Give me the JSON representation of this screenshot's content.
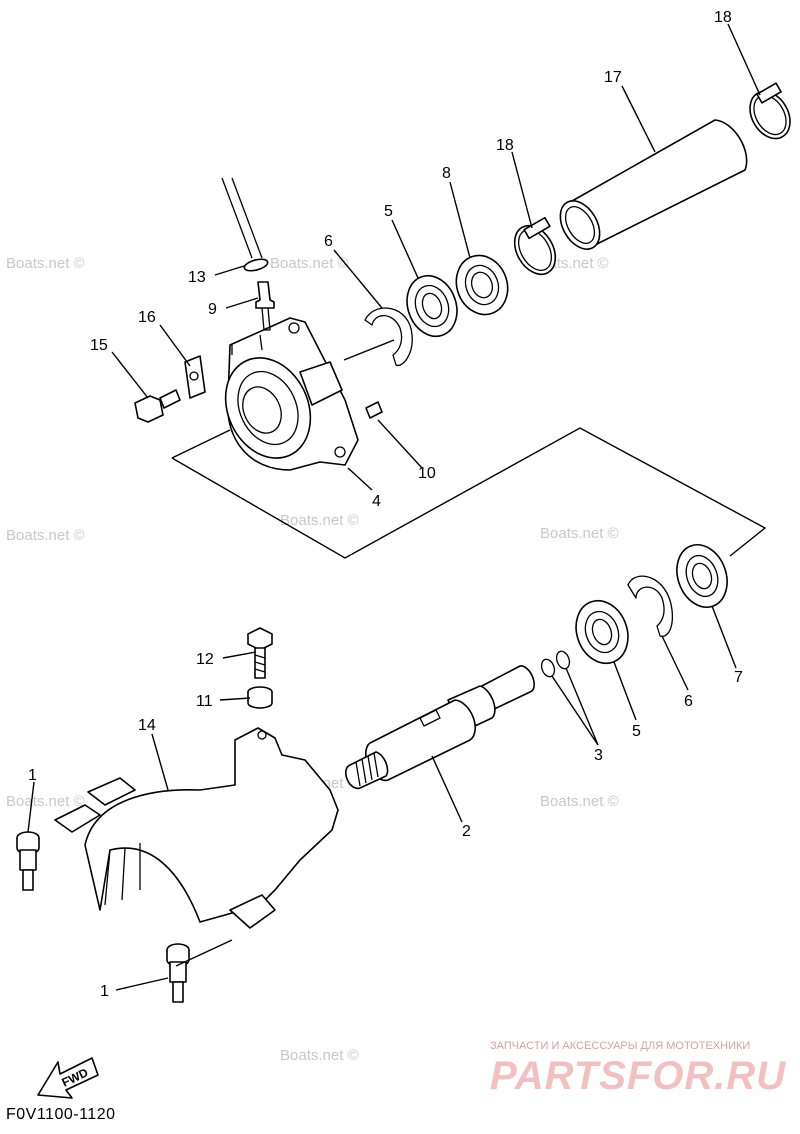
{
  "diagram": {
    "code": "F0V1100-1120",
    "watermark": "Boats.net ©",
    "fwd_label": "FWD",
    "brand": {
      "subtitle": "ЗАПЧАСТИ И АКСЕССУАРЫ ДЛЯ МОТОТЕХНИКИ",
      "name": "PARTSFOR.RU"
    },
    "parts": [
      {
        "id": "callout-18-top",
        "label": "18"
      },
      {
        "id": "callout-17",
        "label": "17"
      },
      {
        "id": "callout-18-mid",
        "label": "18"
      },
      {
        "id": "callout-8",
        "label": "8"
      },
      {
        "id": "callout-5-top",
        "label": "5"
      },
      {
        "id": "callout-6-top",
        "label": "6"
      },
      {
        "id": "callout-13",
        "label": "13"
      },
      {
        "id": "callout-9",
        "label": "9"
      },
      {
        "id": "callout-16",
        "label": "16"
      },
      {
        "id": "callout-15",
        "label": "15"
      },
      {
        "id": "callout-10",
        "label": "10"
      },
      {
        "id": "callout-4",
        "label": "4"
      },
      {
        "id": "callout-12",
        "label": "12"
      },
      {
        "id": "callout-11",
        "label": "11"
      },
      {
        "id": "callout-14",
        "label": "14"
      },
      {
        "id": "callout-1-top",
        "label": "1"
      },
      {
        "id": "callout-1-bottom",
        "label": "1"
      },
      {
        "id": "callout-2",
        "label": "2"
      },
      {
        "id": "callout-3",
        "label": "3"
      },
      {
        "id": "callout-5-bottom",
        "label": "5"
      },
      {
        "id": "callout-6-bottom",
        "label": "6"
      },
      {
        "id": "callout-7",
        "label": "7"
      }
    ]
  }
}
